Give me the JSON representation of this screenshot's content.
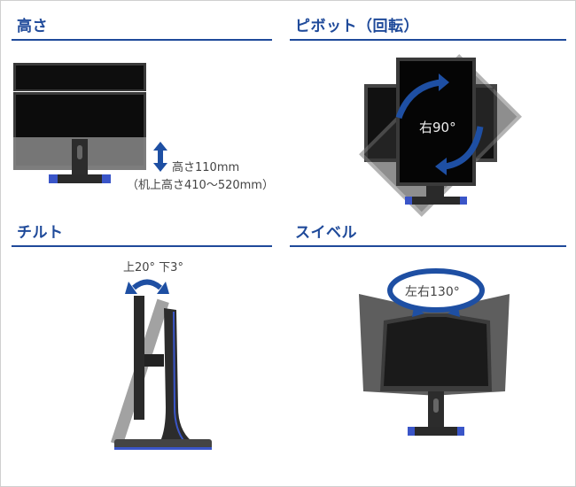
{
  "sections": [
    {
      "id": "height",
      "title": "高さ",
      "captions": [
        "高さ110mm",
        "（机上高さ410〜520mm）"
      ]
    },
    {
      "id": "pivot",
      "title": "ピボット（回転）",
      "captions": [
        "右90°"
      ]
    },
    {
      "id": "tilt",
      "title": "チルト",
      "captions": [
        "上20° 下3°"
      ]
    },
    {
      "id": "swivel",
      "title": "スイベル",
      "captions": [
        "左右130°"
      ]
    }
  ],
  "colors": {
    "accent": "#1f4a9a",
    "arrow": "#1e4fa3",
    "bezel": "#3a3a3a",
    "screen": "#0c0c0c",
    "stand_led": "#3a55c8",
    "border": "#cfcfcf"
  }
}
